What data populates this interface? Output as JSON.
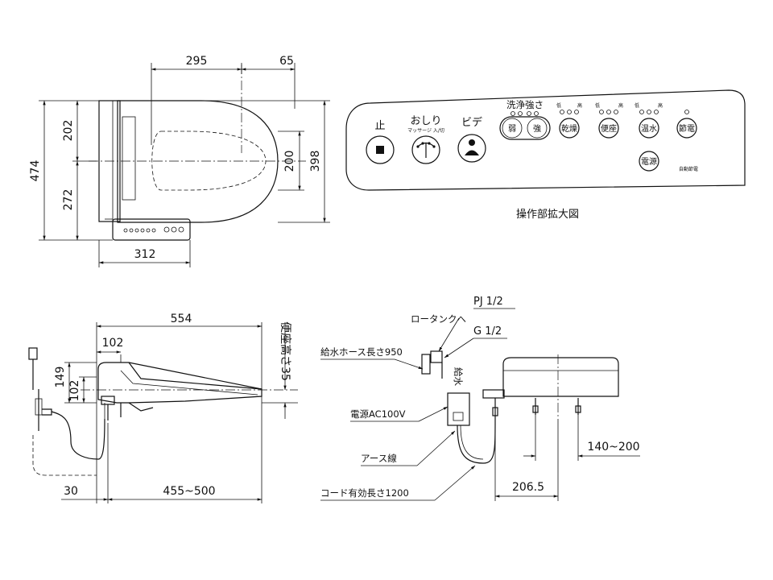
{
  "dimensions": {
    "top_295": "295",
    "top_65": "65",
    "left_474": "474",
    "left_202": "202",
    "left_272": "272",
    "right_200": "200",
    "right_398": "398",
    "bottom_312": "312",
    "side_554": "554",
    "side_102_top": "102",
    "side_149": "149",
    "side_102_left": "102",
    "side_30": "30",
    "side_455_500": "455~500",
    "side_cushion": "便座高さ35",
    "rear_140_200": "140~200",
    "rear_206_5": "206.5"
  },
  "panel": {
    "caption": "操作部拡大図",
    "stop": "止",
    "oshiri": "おしり",
    "massage_note": "マッサージ 入/切",
    "bidet": "ビデ",
    "wash_strength": "洗浄強さ",
    "weak": "弱",
    "strong": "強",
    "low": "低",
    "high": "高",
    "dry": "乾燥",
    "seat": "便座",
    "warm_water": "温水",
    "energy_save": "節電",
    "power": "電源",
    "auto_note": "自動節電"
  },
  "rear_labels": {
    "pj": "PJ 1/2",
    "to_tank": "ロータンクへ",
    "g": "G 1/2",
    "water_supply": "給水",
    "hose": "給水ホース長さ950",
    "power_ac": "電源AC100V",
    "earth": "アース線",
    "cord": "コード有効長さ1200"
  }
}
